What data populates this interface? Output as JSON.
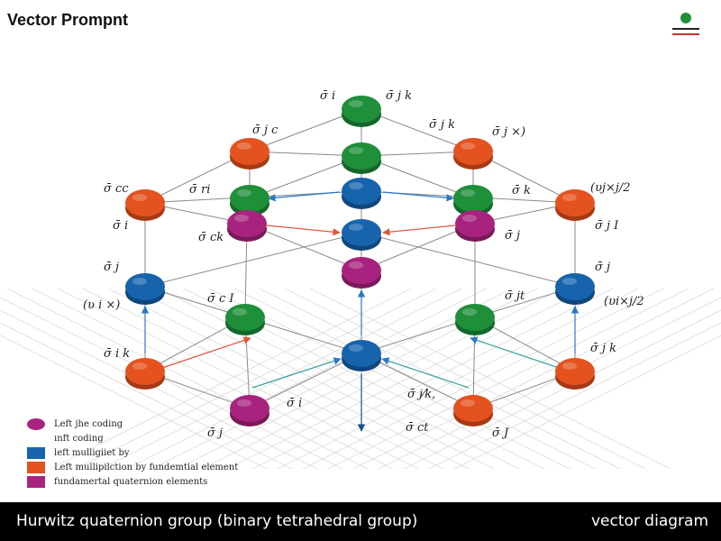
{
  "header": {
    "title": "Vector Prompnt"
  },
  "colors": {
    "green": "#1f8f3a",
    "orange": "#e4521f",
    "blue": "#1764ad",
    "magenta": "#a8237e",
    "edge": "#8a8a8a",
    "blue_arrow": "#2a78c4",
    "red_arrow": "#e0553a",
    "teal_arrow": "#3aa5a0"
  },
  "legend": [
    {
      "label": "Left jhe coding",
      "color": "#a8237e",
      "shape": "circle"
    },
    {
      "label": "ınft coding",
      "color": null,
      "shape": "none"
    },
    {
      "label": "left mulligiiet by",
      "color": "#1764ad",
      "shape": "square"
    },
    {
      "label": "Left mullipilction by fundemtial element",
      "color": "#e4521f",
      "shape": "square"
    },
    {
      "label": "fundamertal quaternion elements",
      "color": "#a8237e",
      "shape": "square"
    }
  ],
  "labels": [
    "σ̄ i",
    "σ̄ j k",
    "σ̄ j c",
    "σ̄ j k",
    "σ̄ j ×)",
    "σ̄ cc",
    "σ̄ ri",
    "σ̄ k",
    "(υj×j/2",
    "σ̄ i",
    "σ̄ ck",
    "σ̄ j",
    "σ̄ j I",
    "σ̄ j",
    "σ̄ j",
    "(ʋ i ×)",
    "σ̄ c I",
    "σ̄ jt",
    "(υi×j/2",
    "σ̄ i k",
    "σ̄ j k",
    "σ̄ i",
    "σ̄ j⁄k,",
    "σ̄ j",
    "σ̄ ct",
    "σ̄ J"
  ],
  "footer": {
    "left": "Hurwitz quaternion group (binary tetrahedral group)",
    "right": "vector diagram"
  }
}
